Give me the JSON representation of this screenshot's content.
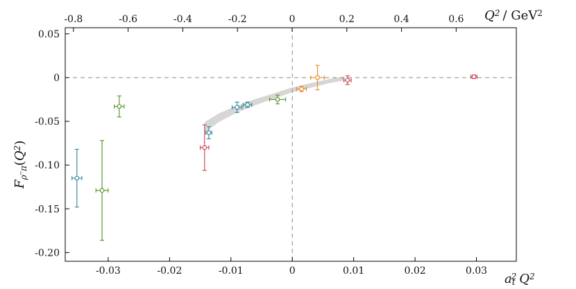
{
  "chart_data": {
    "type": "scatter",
    "title": "",
    "xlabel": "a_t^2 Q^2",
    "ylabel": "F_{ρ'' π}(Q^2)",
    "x2label": "Q^2 / GeV^2",
    "xlim": [
      -0.037,
      0.0365
    ],
    "ylim": [
      -0.21,
      0.057
    ],
    "x2lim": [
      -0.83,
      0.82
    ],
    "grid": false,
    "reference_lines": {
      "x": 0,
      "y": 0,
      "style": "dashed"
    },
    "xticks": [
      {
        "value": -0.03,
        "label": "-0.03"
      },
      {
        "value": -0.02,
        "label": "-0.02"
      },
      {
        "value": -0.01,
        "label": "-0.01"
      },
      {
        "value": 0,
        "label": "0"
      },
      {
        "value": 0.01,
        "label": "0.01"
      },
      {
        "value": 0.02,
        "label": "0.02"
      },
      {
        "value": 0.03,
        "label": "0.03"
      }
    ],
    "yticks": [
      {
        "value": 0.05,
        "label": "0.05"
      },
      {
        "value": 0,
        "label": "0"
      },
      {
        "value": -0.05,
        "label": "-0.05"
      },
      {
        "value": -0.1,
        "label": "-0.10"
      },
      {
        "value": -0.15,
        "label": "-0.15"
      },
      {
        "value": -0.2,
        "label": "-0.20"
      }
    ],
    "x2ticks": [
      {
        "value": -0.8,
        "label": "-0.8"
      },
      {
        "value": -0.6,
        "label": "-0.6"
      },
      {
        "value": -0.4,
        "label": "-0.4"
      },
      {
        "value": -0.2,
        "label": "-0.2"
      },
      {
        "value": 0,
        "label": "0"
      },
      {
        "value": 0.2,
        "label": "0.2"
      },
      {
        "value": 0.4,
        "label": "0.4"
      },
      {
        "value": 0.6,
        "label": "0.6"
      }
    ],
    "band": {
      "color": "#bbbbbb",
      "x": [
        -0.0143,
        -0.012,
        -0.009,
        -0.006,
        -0.003,
        0,
        0.003,
        0.006,
        0.0085
      ],
      "center": [
        -0.057,
        -0.046,
        -0.036,
        -0.028,
        -0.021,
        -0.014,
        -0.009,
        -0.004,
        -0.001
      ],
      "halfwidth": [
        0.006,
        0.005,
        0.004,
        0.0035,
        0.003,
        0.0028,
        0.0026,
        0.0024,
        0.0022
      ]
    },
    "series": [
      {
        "color": "#3d8da0",
        "points": [
          {
            "x": -0.0351,
            "y": -0.115,
            "xerr": 0.0008,
            "yerr": 0.033
          },
          {
            "x": -0.0136,
            "y": -0.063,
            "xerr": 0.0005,
            "yerr": 0.007
          },
          {
            "x": -0.009,
            "y": -0.034,
            "xerr": 0.0008,
            "yerr": 0.006
          },
          {
            "x": -0.0073,
            "y": -0.031,
            "xerr": 0.0007,
            "yerr": 0.003
          }
        ]
      },
      {
        "color": "#5a9a2e",
        "points": [
          {
            "x": -0.031,
            "y": -0.129,
            "xerr": 0.001,
            "yerr": 0.057
          },
          {
            "x": -0.0282,
            "y": -0.033,
            "xerr": 0.0008,
            "yerr": 0.012
          },
          {
            "x": -0.0024,
            "y": -0.025,
            "xerr": 0.0013,
            "yerr": 0.005
          }
        ]
      },
      {
        "color": "#d04a5a",
        "points": [
          {
            "x": -0.0143,
            "y": -0.08,
            "xerr": 0.0007,
            "yerr": 0.026
          },
          {
            "x": 0.009,
            "y": -0.003,
            "xerr": 0.0006,
            "yerr": 0.005
          },
          {
            "x": 0.0296,
            "y": 0.001,
            "xerr": 0.0005,
            "yerr": 0.002
          }
        ]
      },
      {
        "color": "#ee8a2a",
        "points": [
          {
            "x": 0.0041,
            "y": 0.0,
            "xerr": 0.0011,
            "yerr": 0.014
          },
          {
            "x": 0.0015,
            "y": -0.013,
            "xerr": 0.0008,
            "yerr": 0.003
          }
        ]
      }
    ]
  }
}
